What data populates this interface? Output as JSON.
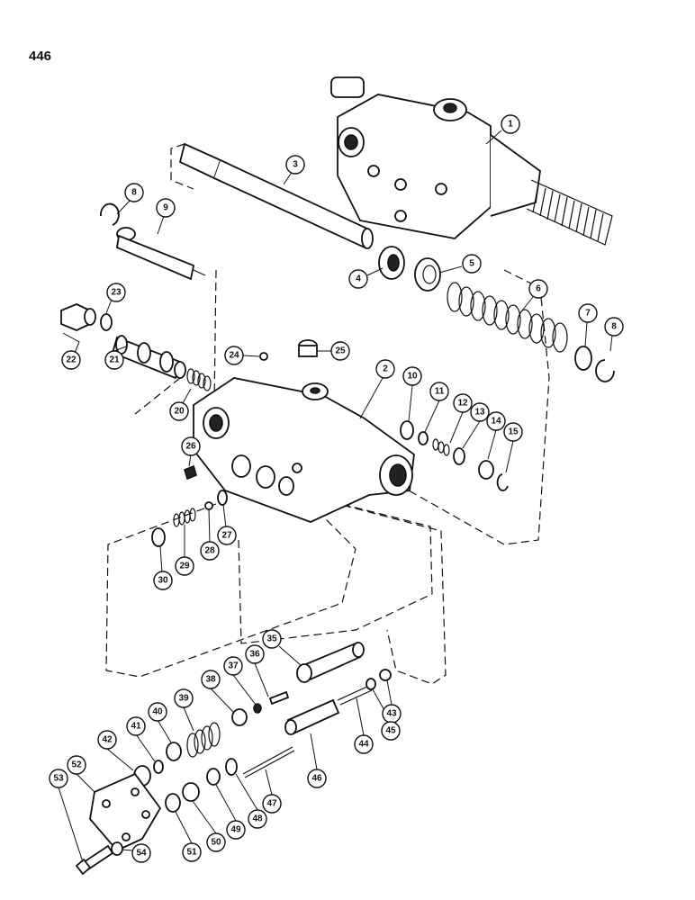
{
  "page": {
    "number": "446"
  },
  "diagram": {
    "type": "exploded parts view",
    "callouts": [
      "1",
      "2",
      "3",
      "4",
      "5",
      "6",
      "7",
      "8",
      "8",
      "9",
      "10",
      "11",
      "12",
      "13",
      "14",
      "15",
      "20",
      "21",
      "22",
      "23",
      "24",
      "25",
      "26",
      "27",
      "28",
      "29",
      "30",
      "35",
      "36",
      "37",
      "38",
      "39",
      "40",
      "41",
      "42",
      "43",
      "44",
      "45",
      "46",
      "47",
      "48",
      "49",
      "50",
      "51",
      "52",
      "53",
      "54"
    ]
  }
}
